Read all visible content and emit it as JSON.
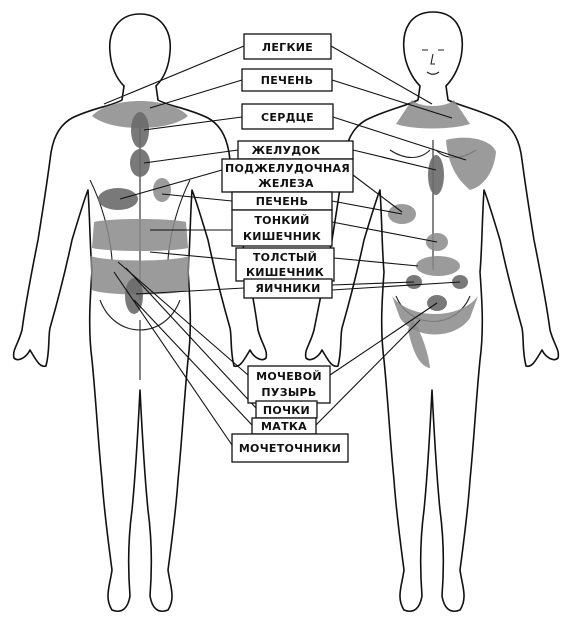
{
  "labels": {
    "lungs": "ЛЕГКИЕ",
    "liver_top": "ПЕЧЕНЬ",
    "heart": "СЕРДЦЕ",
    "stomach": "ЖЕЛУДОК",
    "pancreas_1": "ПОДЖЕЛУДОЧНАЯ",
    "pancreas_2": "ЖЕЛЕЗА",
    "liver_mid": "ПЕЧЕНЬ",
    "small_int_1": "ТОНКИЙ",
    "small_int_2": "КИШЕЧНИК",
    "large_int_1": "ТОЛСТЫЙ",
    "large_int_2": "КИШЕЧНИК",
    "ovaries": "ЯИЧНИКИ",
    "bladder_1": "МОЧЕВОЙ",
    "bladder_2": "ПУЗЫРЬ",
    "kidneys": "ПОЧКИ",
    "uterus": "МАТКА",
    "ureters": "МОЧЕТОЧНИКИ"
  },
  "colors": {
    "zone": "#8a8a8a",
    "outline": "#111111",
    "background": "#ffffff"
  }
}
